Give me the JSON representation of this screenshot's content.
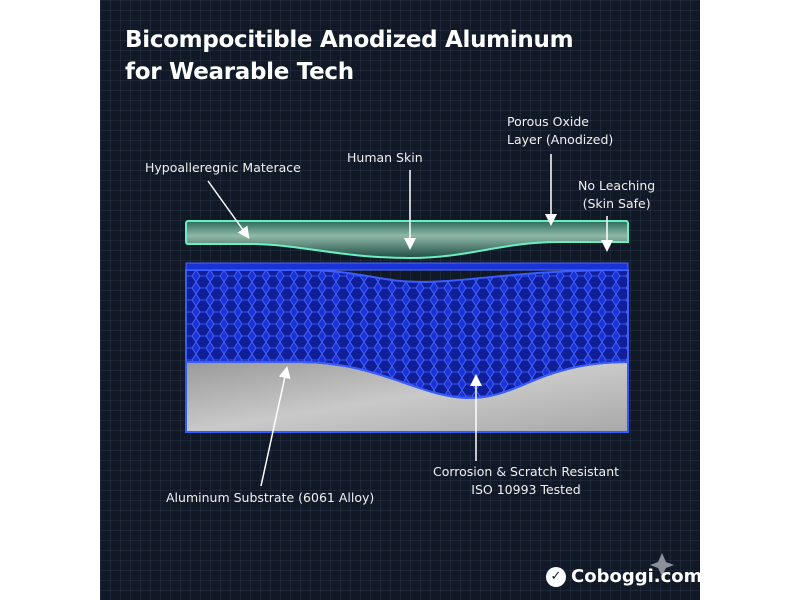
{
  "title": {
    "line1": "Bicompocitible Anodized Aluminum",
    "line2": "for Wearable Tech"
  },
  "labels": {
    "hypoallergenic": "Hypoallerегnic Materace",
    "human_skin": "Human Skin",
    "porous_oxide_1": "Porous Oxide",
    "porous_oxide_2": "Layer (Anodized)",
    "no_leaching_1": "No Leaching",
    "no_leaching_2": "(Skin Safe)",
    "substrate": "Aluminum Substrate (6061 Alloy)",
    "corrosion_1": "Corrosion & Scratch Resistant",
    "corrosion_2": "ISO 10993 Tested"
  },
  "brand": {
    "name": "Coboggi.com"
  },
  "colors": {
    "background": "#111826",
    "skin": "#5fe0b0",
    "oxide": "#1f3cf0",
    "aluminum": "#b8b8b8"
  }
}
